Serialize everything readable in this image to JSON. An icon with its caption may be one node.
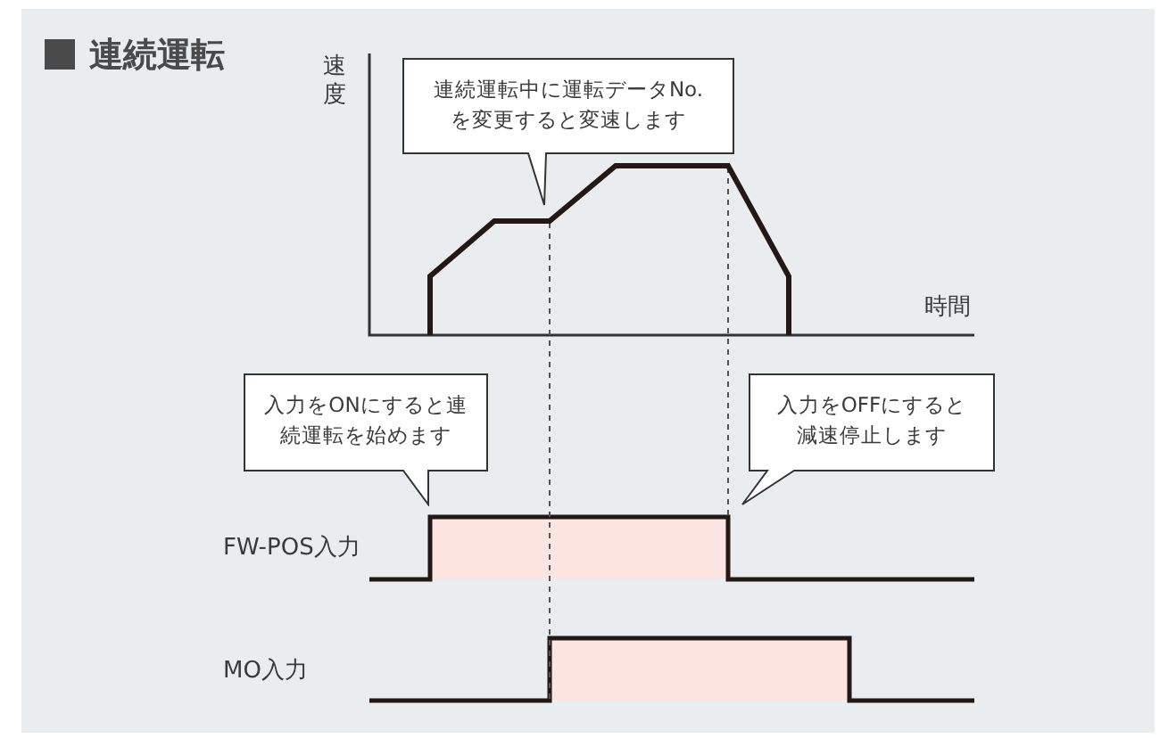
{
  "diagram": {
    "title": "連続運転",
    "nodes": [
      {
        "text": [
          "連続運転中に運転データNo.を変更すると変速します"
        ]
      },
      {
        "text": [
          "入力をONにすると連続運転を始めます"
        ]
      },
      {
        "text": [
          "入力をOFFにすると減速停止します"
        ]
      }
    ],
    "labels": [
      "速度",
      "時間",
      "FW-POS入力",
      "MO入力"
    ]
  }
}
